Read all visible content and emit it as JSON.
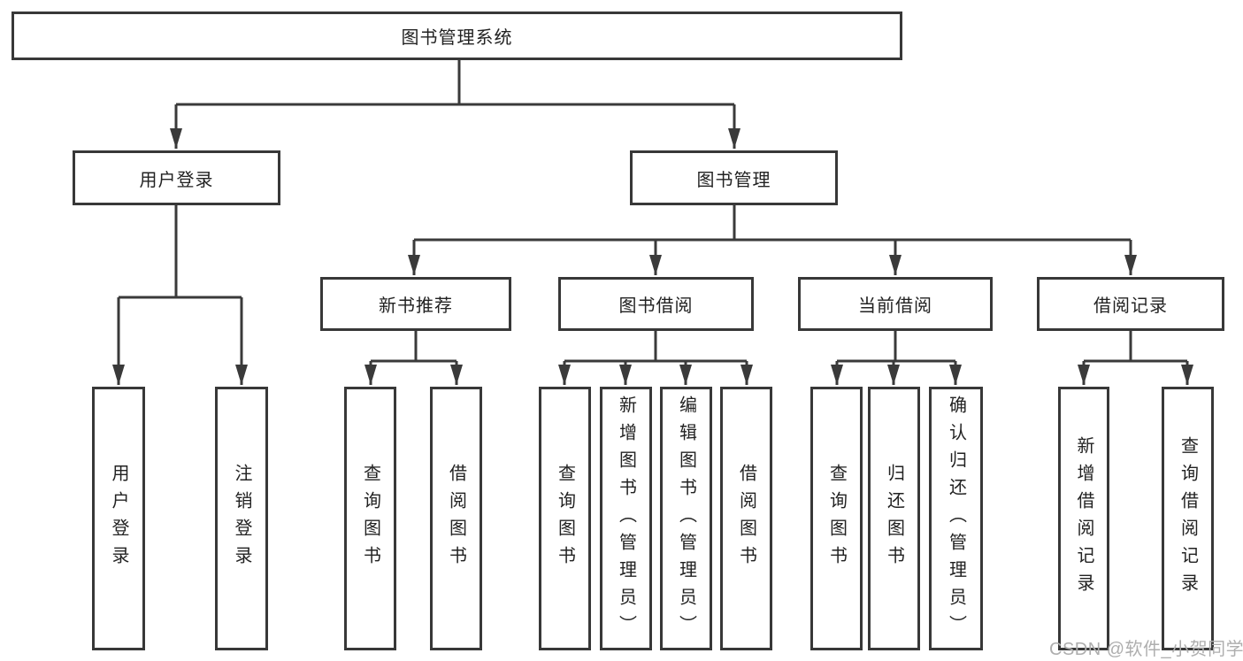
{
  "title": "图书管理系统",
  "tree": {
    "label": "图书管理系统",
    "children": [
      {
        "label": "用户登录",
        "children": [
          {
            "label": "用户登录"
          },
          {
            "label": "注销登录"
          }
        ]
      },
      {
        "label": "图书管理",
        "children": [
          {
            "label": "新书推荐",
            "children": [
              {
                "label": "查询图书"
              },
              {
                "label": "借阅图书"
              }
            ]
          },
          {
            "label": "图书借阅",
            "children": [
              {
                "label": "查询图书"
              },
              {
                "label": "新增图书（管理员）"
              },
              {
                "label": "编辑图书（管理员）"
              },
              {
                "label": "借阅图书"
              }
            ]
          },
          {
            "label": "当前借阅",
            "children": [
              {
                "label": "查询图书"
              },
              {
                "label": "归还图书"
              },
              {
                "label": "确认归还（管理员）"
              }
            ]
          },
          {
            "label": "借阅记录",
            "children": [
              {
                "label": "新增借阅记录"
              },
              {
                "label": "查询借阅记录"
              }
            ]
          }
        ]
      }
    ]
  },
  "watermark": "CSDN @软件_小贺同学",
  "colors": {
    "line": "#3a3a3a",
    "box_border": "#383838",
    "text": "#222222",
    "background": "#ffffff",
    "watermark": "#aeaeae"
  }
}
